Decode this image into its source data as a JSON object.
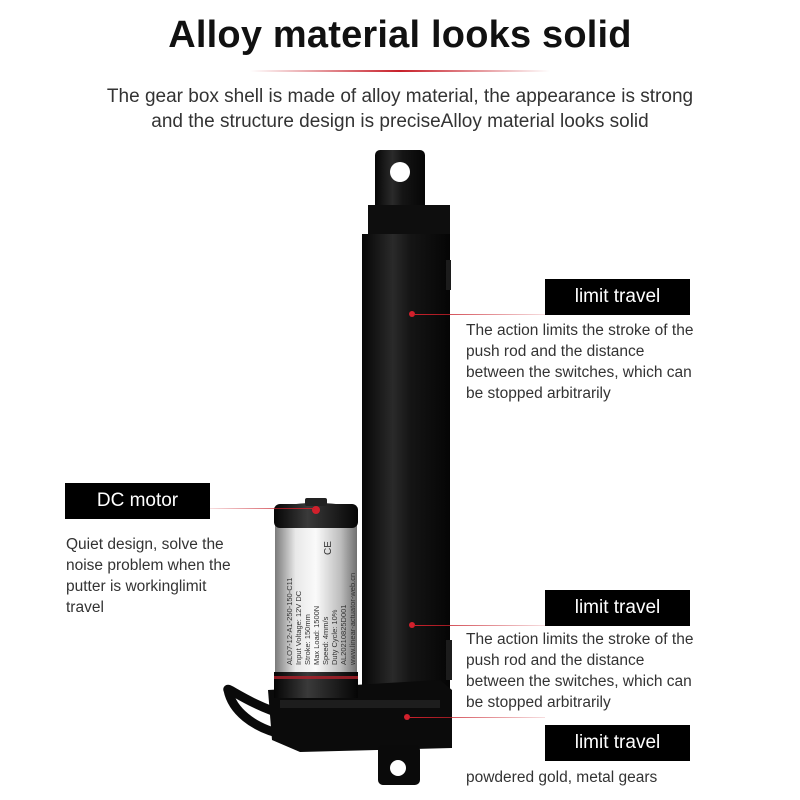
{
  "header": {
    "title": "Alloy material looks solid",
    "subtitle_line1": "The gear box shell is made of alloy material, the appearance is strong",
    "subtitle_line2": "and the structure design is preciseAlloy material looks solid"
  },
  "callouts": [
    {
      "label": "limit travel",
      "lines": [
        "The action limits the stroke of the",
        "push rod and the distance",
        "between the switches, which can",
        "be stopped arbitrarily"
      ]
    },
    {
      "label": "DC motor",
      "lines": [
        "Quiet design, solve the",
        "noise problem when the",
        "putter is workinglimit",
        "travel"
      ]
    },
    {
      "label": "limit travel",
      "lines": [
        "The action limits the stroke of the",
        "push rod and the distance",
        "between the switches, which can",
        "be stopped arbitrarily"
      ]
    },
    {
      "label": "limit travel",
      "lines": [
        "powdered gold, metal gears"
      ]
    }
  ],
  "product": {
    "name": "linear-actuator",
    "motor_label_lines": [
      "ALO7-12-A1-250-150-C11",
      "Input Voltage: 12V DC",
      "Stroke: 150mm",
      "Max Load: 1500N",
      "Speed: 4mm/s",
      "Duty Cycle: 10%",
      "AL20210825D001",
      "www.linear-actuator-web.cn"
    ],
    "accent_color": "#d2202c"
  }
}
